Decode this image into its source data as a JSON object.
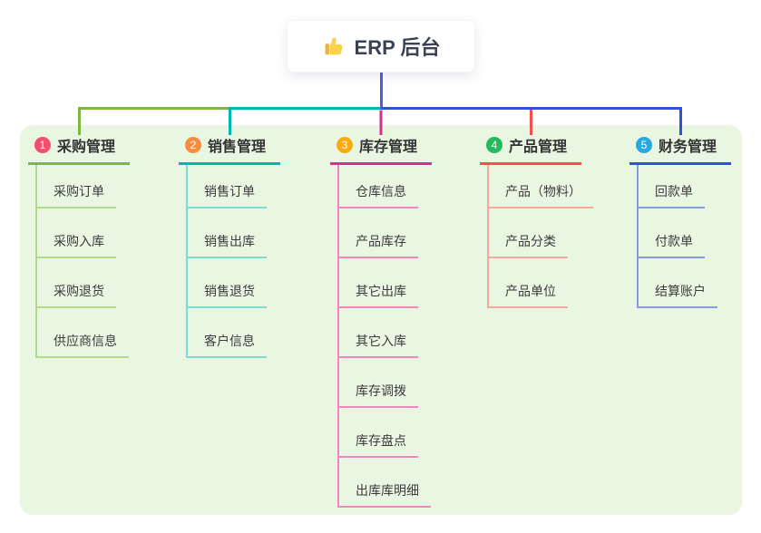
{
  "root": {
    "icon": "thumbs-up-icon",
    "label": "ERP 后台"
  },
  "branches": [
    {
      "num": "1",
      "label": "采购管理",
      "badge_color": "#f34d70",
      "line_color": "#7fb63e",
      "child_line_color": "#b3d98c",
      "children": [
        "采购订单",
        "采购入库",
        "采购退货",
        "供应商信息"
      ]
    },
    {
      "num": "2",
      "label": "销售管理",
      "badge_color": "#fa8c40",
      "line_color": "#00b5b5",
      "child_line_color": "#7edcd2",
      "children": [
        "销售订单",
        "销售出库",
        "销售退货",
        "客户信息"
      ]
    },
    {
      "num": "3",
      "label": "库存管理",
      "badge_color": "#fcac12",
      "line_color": "#d4308f",
      "child_line_color": "#f185bd",
      "children": [
        "仓库信息",
        "产品库存",
        "其它出库",
        "其它入库",
        "库存调拨",
        "库存盘点",
        "出库库明细"
      ]
    },
    {
      "num": "4",
      "label": "产品管理",
      "badge_color": "#23ba5b",
      "line_color": "#f2504d",
      "child_line_color": "#f9a89e",
      "children": [
        "产品（物料）",
        "产品分类",
        "产品单位"
      ]
    },
    {
      "num": "5",
      "label": "财务管理",
      "badge_color": "#29a8e0",
      "line_color": "#3053cf",
      "child_line_color": "#8a9bda",
      "children": [
        "回款单",
        "付款单",
        "结算账户"
      ]
    }
  ],
  "colors": {
    "root_connector": "#4f61d2",
    "panel_background": "#e9f6e2",
    "heading_text": "#333333",
    "child_text": "#3c3c3c",
    "root_text": "#3a4254"
  }
}
